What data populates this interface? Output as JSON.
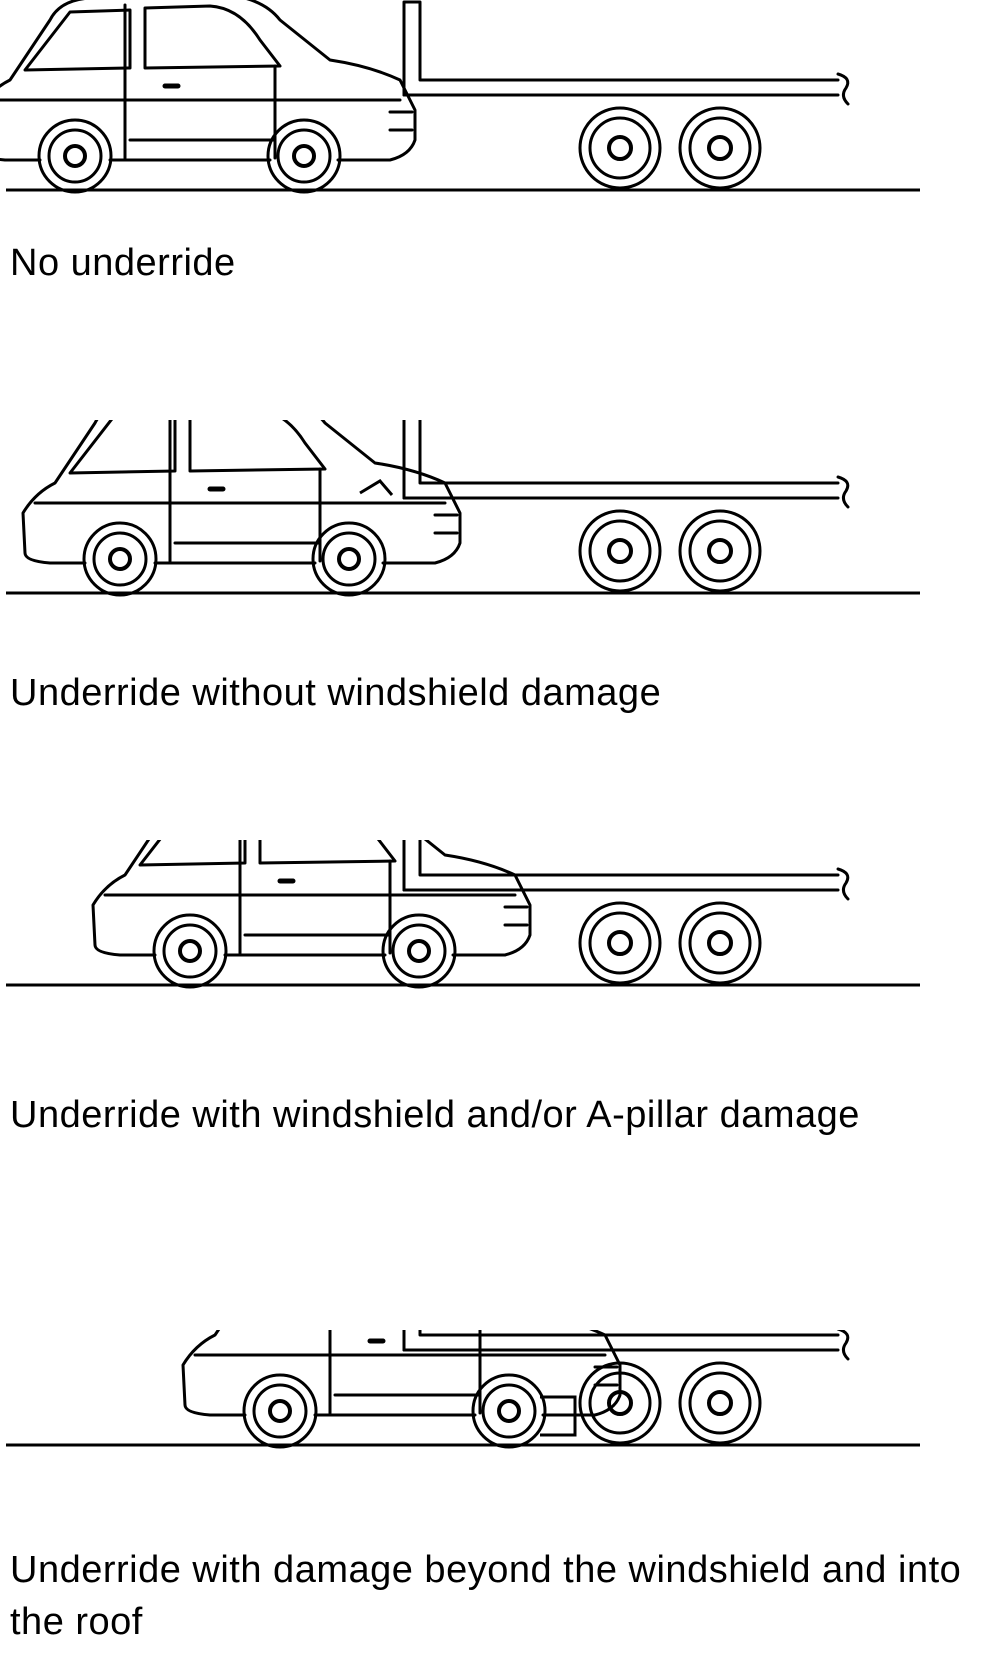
{
  "captions": [
    "No underride",
    "Underride without windshield damage",
    "Underride with windshield and/or A-pillar damage",
    "Underride with damage beyond the windshield and into the roof"
  ]
}
